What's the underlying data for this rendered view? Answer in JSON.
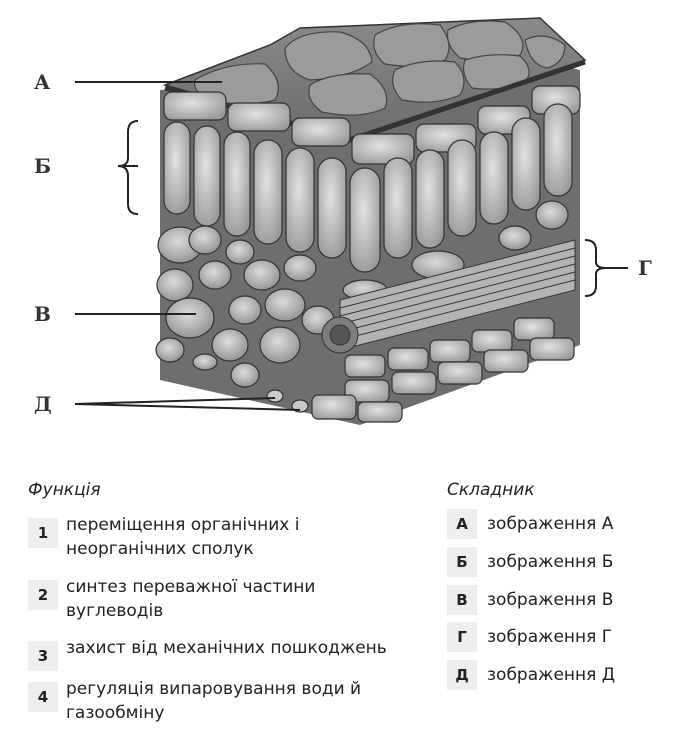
{
  "figure": {
    "labels": {
      "a": "А",
      "b": "Б",
      "v": "В",
      "g": "Г",
      "d": "Д"
    }
  },
  "functions": {
    "heading": "Функція",
    "items": [
      {
        "num": "1",
        "text_line1": "переміщення органічних і",
        "text_line2": "неорганічних сполук"
      },
      {
        "num": "2",
        "text_line1": "синтез переважної частини",
        "text_line2": "вуглеводів"
      },
      {
        "num": "3",
        "text_line1": "захист від механічних пошкоджень",
        "text_line2": ""
      },
      {
        "num": "4",
        "text_line1": "регуляція випаровування води й",
        "text_line2": "газообміну"
      }
    ]
  },
  "components": {
    "heading": "Складник",
    "items": [
      {
        "letter": "А",
        "text": "зображення А"
      },
      {
        "letter": "Б",
        "text": "зображення Б"
      },
      {
        "letter": "В",
        "text": "зображення В"
      },
      {
        "letter": "Г",
        "text": "зображення Г"
      },
      {
        "letter": "Д",
        "text": "зображення Д"
      }
    ]
  }
}
